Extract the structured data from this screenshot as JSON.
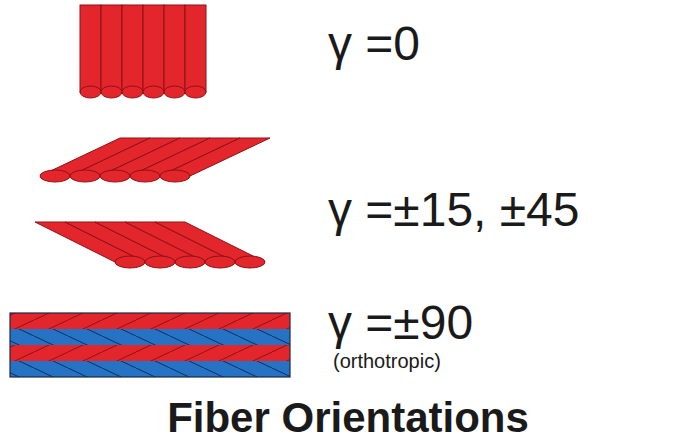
{
  "diagram": {
    "title": "Fiber Orientations",
    "labels": [
      "γ =0",
      "γ =±15, ±45",
      "γ =±90",
      "(orthotropic)"
    ]
  }
}
